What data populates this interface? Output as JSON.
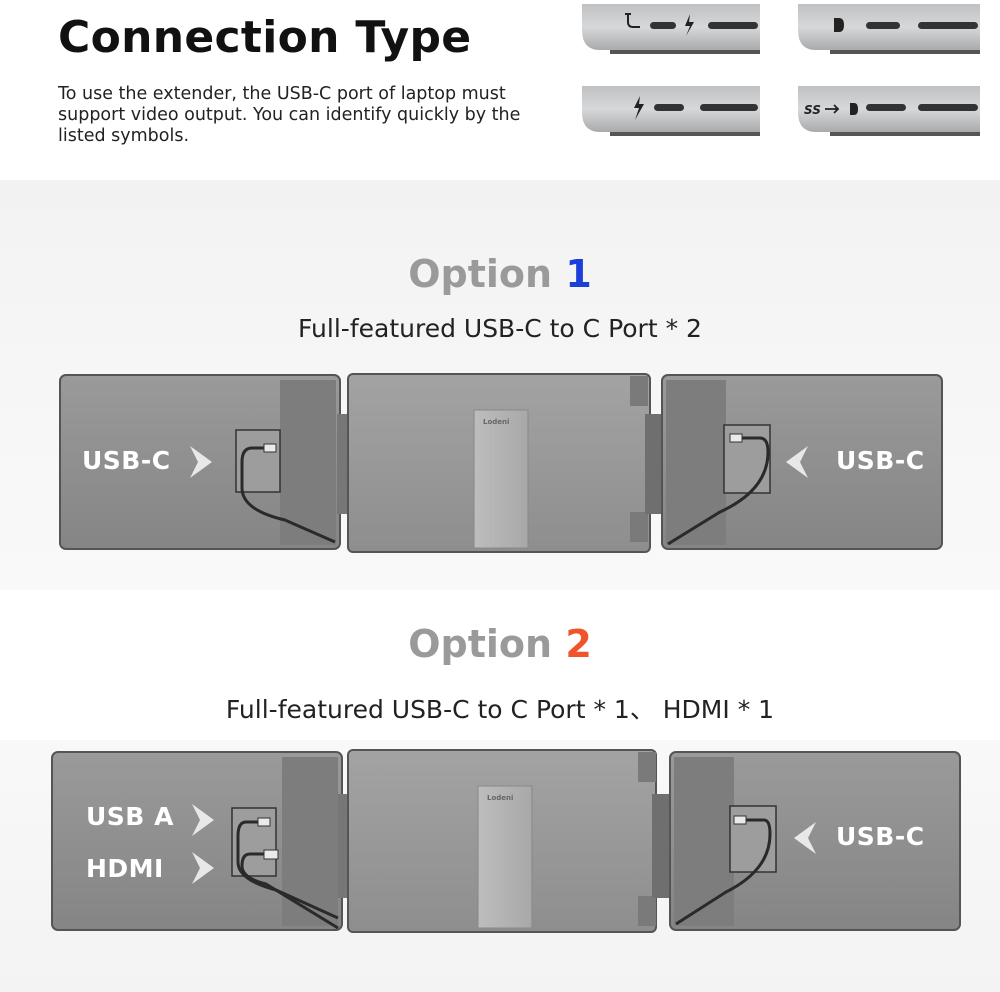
{
  "header": {
    "title": "Connection Type",
    "description": "To use the extender, the USB-C port of laptop must support video output. You can identify quickly by the listed symbols."
  },
  "port_symbols": [
    "usb-c-power-icon",
    "thunderbolt-icon",
    "displayport-icon",
    "thunderbolt-icon",
    "superspeed-usb-displayport-icon"
  ],
  "option1": {
    "title_word": "Option",
    "number": "1",
    "subtitle": "Full-featured USB-C to C Port * 2",
    "left_label": "USB-C",
    "right_label": "USB-C"
  },
  "option2": {
    "title_word": "Option",
    "number": "2",
    "subtitle": "Full-featured USB-C to C Port * 1、 HDMI * 1",
    "left_label_top": "USB A",
    "left_label_bottom": "HDMI",
    "right_label": "USB-C"
  },
  "brand": "Lodeni",
  "colors": {
    "option1_accent": "#1b3fd8",
    "option2_accent": "#f0542a",
    "option_title_gray": "#9a9a9a",
    "panel_gray": "#8d8d8d"
  }
}
